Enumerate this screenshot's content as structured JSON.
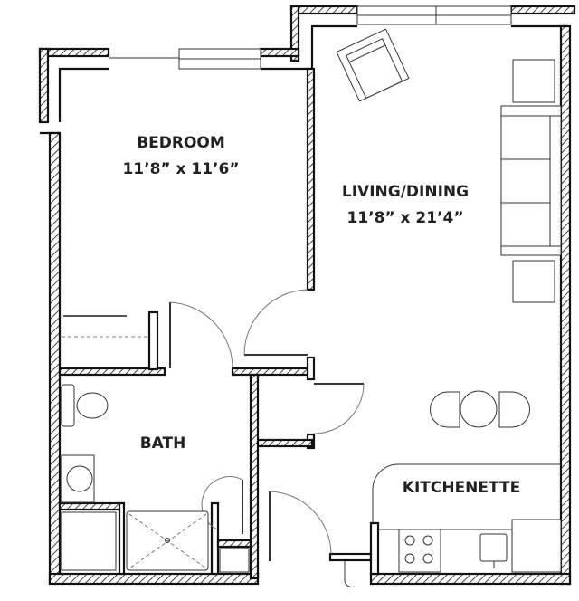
{
  "rooms": {
    "bedroom": {
      "name": "BEDROOM",
      "dimensions": "11’8” x 11’6”"
    },
    "living_dining": {
      "name": "LIVING/DINING",
      "dimensions": "11’8” x 21’4”"
    },
    "bath": {
      "name": "BATH"
    },
    "kitchenette": {
      "name": "KITCHENETTE"
    }
  },
  "colors": {
    "line": "#111111",
    "background": "#ffffff",
    "door_swing": "#777777"
  }
}
